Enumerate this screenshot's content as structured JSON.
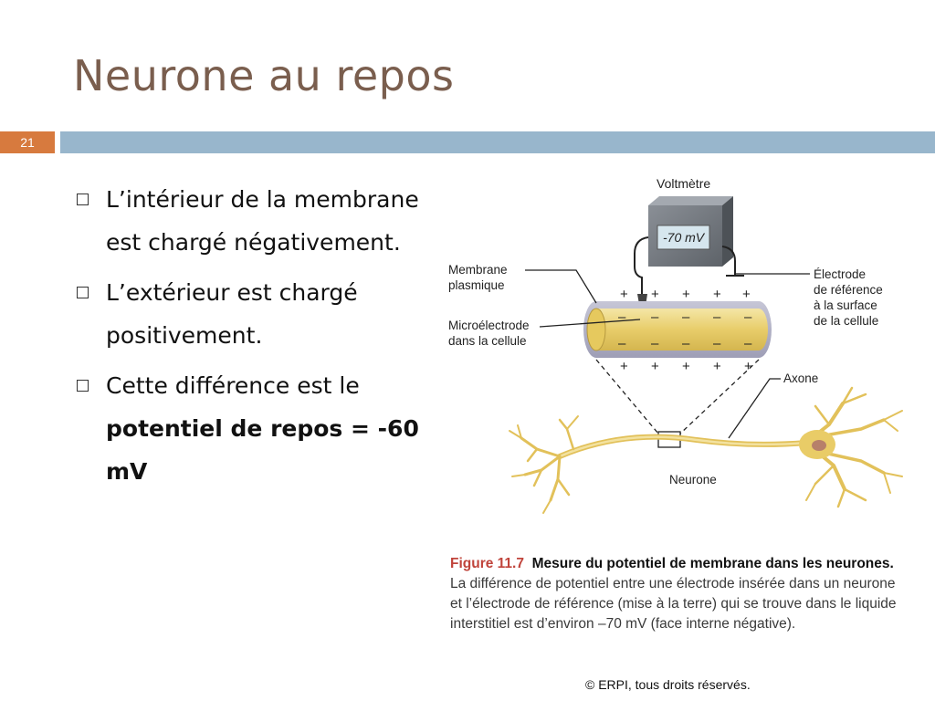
{
  "slide": {
    "title": "Neurone au repos",
    "number": "21"
  },
  "bullets": [
    {
      "text": "L’intérieur de la membrane est chargé négativement."
    },
    {
      "text": "L’extérieur est chargé positivement."
    },
    {
      "text_prefix": "Cette différence est le ",
      "text_bold": "potentiel de repos = -60 mV"
    }
  ],
  "figure": {
    "labels": {
      "voltmeter": "Voltmètre",
      "display": "-70 mV",
      "membrane_line1": "Membrane",
      "membrane_line2": "plasmique",
      "microelectrode_line1": "Microélectrode",
      "microelectrode_line2": "dans la cellule",
      "reference_line1": "Électrode",
      "reference_line2": "de référence",
      "reference_line3": "à la surface",
      "reference_line4": "de la cellule",
      "axon": "Axone",
      "neuron": "Neurone"
    },
    "charges": {
      "plus": "+",
      "minus": "–"
    },
    "caption": {
      "label": "Figure 11.7",
      "title": "Mesure du potentiel de membrane dans les neurones.",
      "body": "La différence de potentiel entre une électrode insérée dans un neurone et l’électrode de référence (mise à la terre) qui se trouve dans le liquide interstitiel est d’environ –70 mV (face interne négative)."
    },
    "copyright": "© ERPI, tous droits réservés."
  },
  "colors": {
    "title": "#7a5e4e",
    "header_bar": "#98b6cc",
    "slide_number_bg": "#d77a3e",
    "figure_label": "#c0443b",
    "axon_fill": "#e8cd6a"
  }
}
